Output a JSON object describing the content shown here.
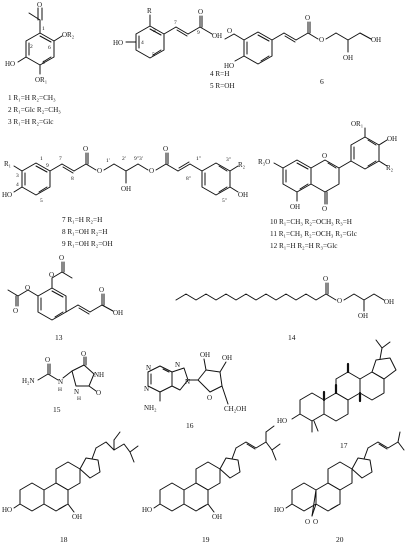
{
  "atoms": {
    "O": "O",
    "OH": "OH",
    "HO": "HO",
    "OR1": "OR₁",
    "OR2": "OR₂",
    "R": "R",
    "R1": "R₁",
    "R2": "R₂",
    "R3O": "R₃O",
    "OR1b": "OR₁",
    "OCH2": "O",
    "CH2OH": "CH₂OH",
    "H2N": "H₂N",
    "NH2": "NH₂",
    "N": "N",
    "NH": "NH",
    "H": "H",
    "HN": "H",
    "O_alt": "O"
  },
  "compound_numbers": {
    "c4_5": "4 R=H",
    "c5": "5 R=OH",
    "c6": "6",
    "c13": "13",
    "c14": "14",
    "c15": "15",
    "c16": "16",
    "c17": "17",
    "c18": "18",
    "c19": "19",
    "c20": "20"
  },
  "labels_c1": [
    "1 R₁=H  R₂=CH₃",
    "2 R₁=Glc  R₂=CH₃",
    "3 R₁=H  R₂=Glc"
  ],
  "labels_c7": [
    "7 R₁=H  R₂=H",
    "8 R₁=OH  R₂=H",
    "9 R₁=OH  R₂=OH"
  ],
  "labels_c10": [
    "10 R₁=CH₃  R₂=OCH₃ R₃=H",
    "11 R₁=CH₃  R₂=OCH₃ R₃=Glc",
    "12 R₁=H  R₂=H R₃=Glc"
  ],
  "locants": {
    "c1": [
      "1",
      "2",
      "4",
      "6"
    ],
    "c45": [
      "3",
      "4",
      "5",
      "7",
      "9"
    ],
    "c7": [
      "1",
      "3",
      "4",
      "5",
      "9",
      "7",
      "8",
      "1′",
      "2′",
      "9″3′",
      "1″",
      "3″",
      "5″",
      "8″"
    ]
  }
}
